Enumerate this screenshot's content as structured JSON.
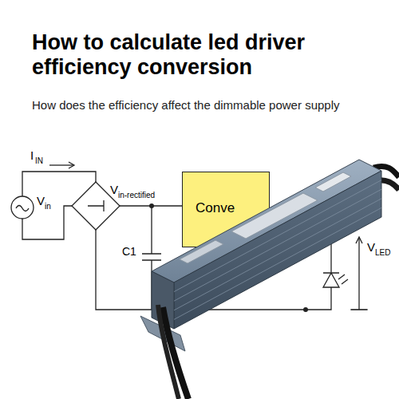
{
  "diagram": {
    "title": "How to calculate led driver efficiency conversion",
    "caption": "How does the efficiency affect the dimmable power supply",
    "nodes": [
      {
        "text": [
          "Conve"
        ]
      }
    ],
    "edges": [],
    "labels": [
      "I",
      "IN",
      "V",
      "in",
      "V",
      "in-rectified",
      "C1",
      "V",
      "LED"
    ]
  }
}
